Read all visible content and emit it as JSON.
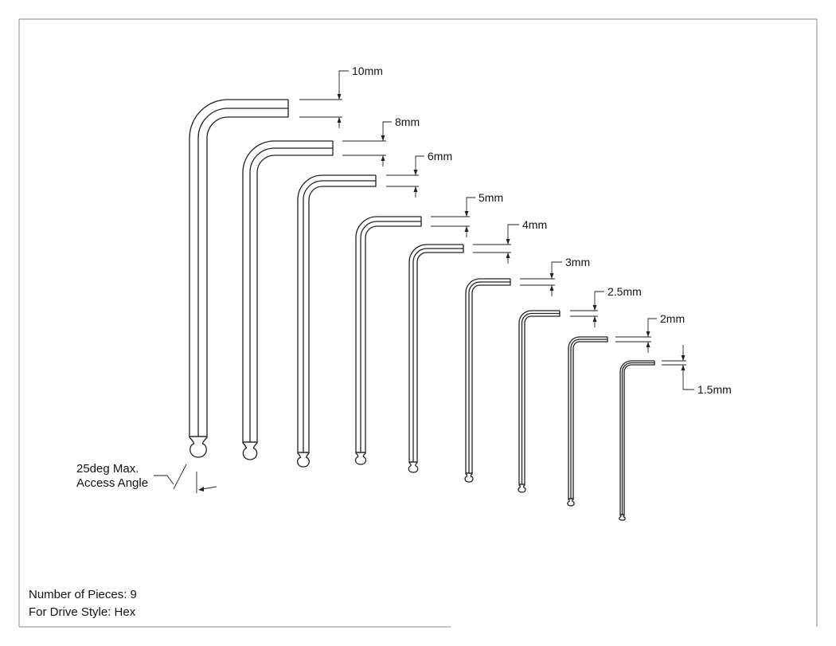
{
  "drawing": {
    "sizes": [
      "10mm",
      "8mm",
      "6mm",
      "5mm",
      "4mm",
      "3mm",
      "2.5mm",
      "2mm",
      "1.5mm"
    ],
    "angle_note": {
      "line1": "25deg Max.",
      "line2": "Access Angle"
    },
    "info": {
      "pieces": "Number of Pieces: 9",
      "drive": "For Drive Style: Hex"
    }
  }
}
